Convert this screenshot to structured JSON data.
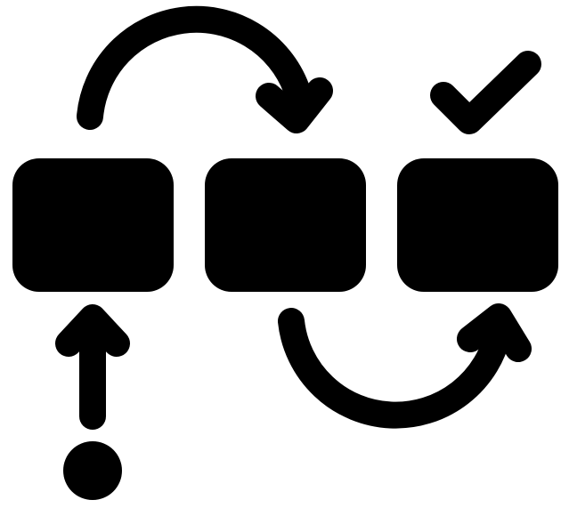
{
  "diagram": {
    "colors": {
      "foreground": "#000000",
      "background": "#ffffff"
    },
    "nodes": [
      {
        "id": "step-1"
      },
      {
        "id": "step-2"
      },
      {
        "id": "step-3",
        "status": "completed"
      }
    ],
    "start": {
      "id": "start-point"
    },
    "icons": {
      "completed": "checkmark-icon",
      "start": "dot-icon",
      "flow_up": "arrow-up-icon",
      "flow_over": "curved-arrow-over-icon",
      "flow_under": "curved-arrow-under-icon"
    }
  }
}
